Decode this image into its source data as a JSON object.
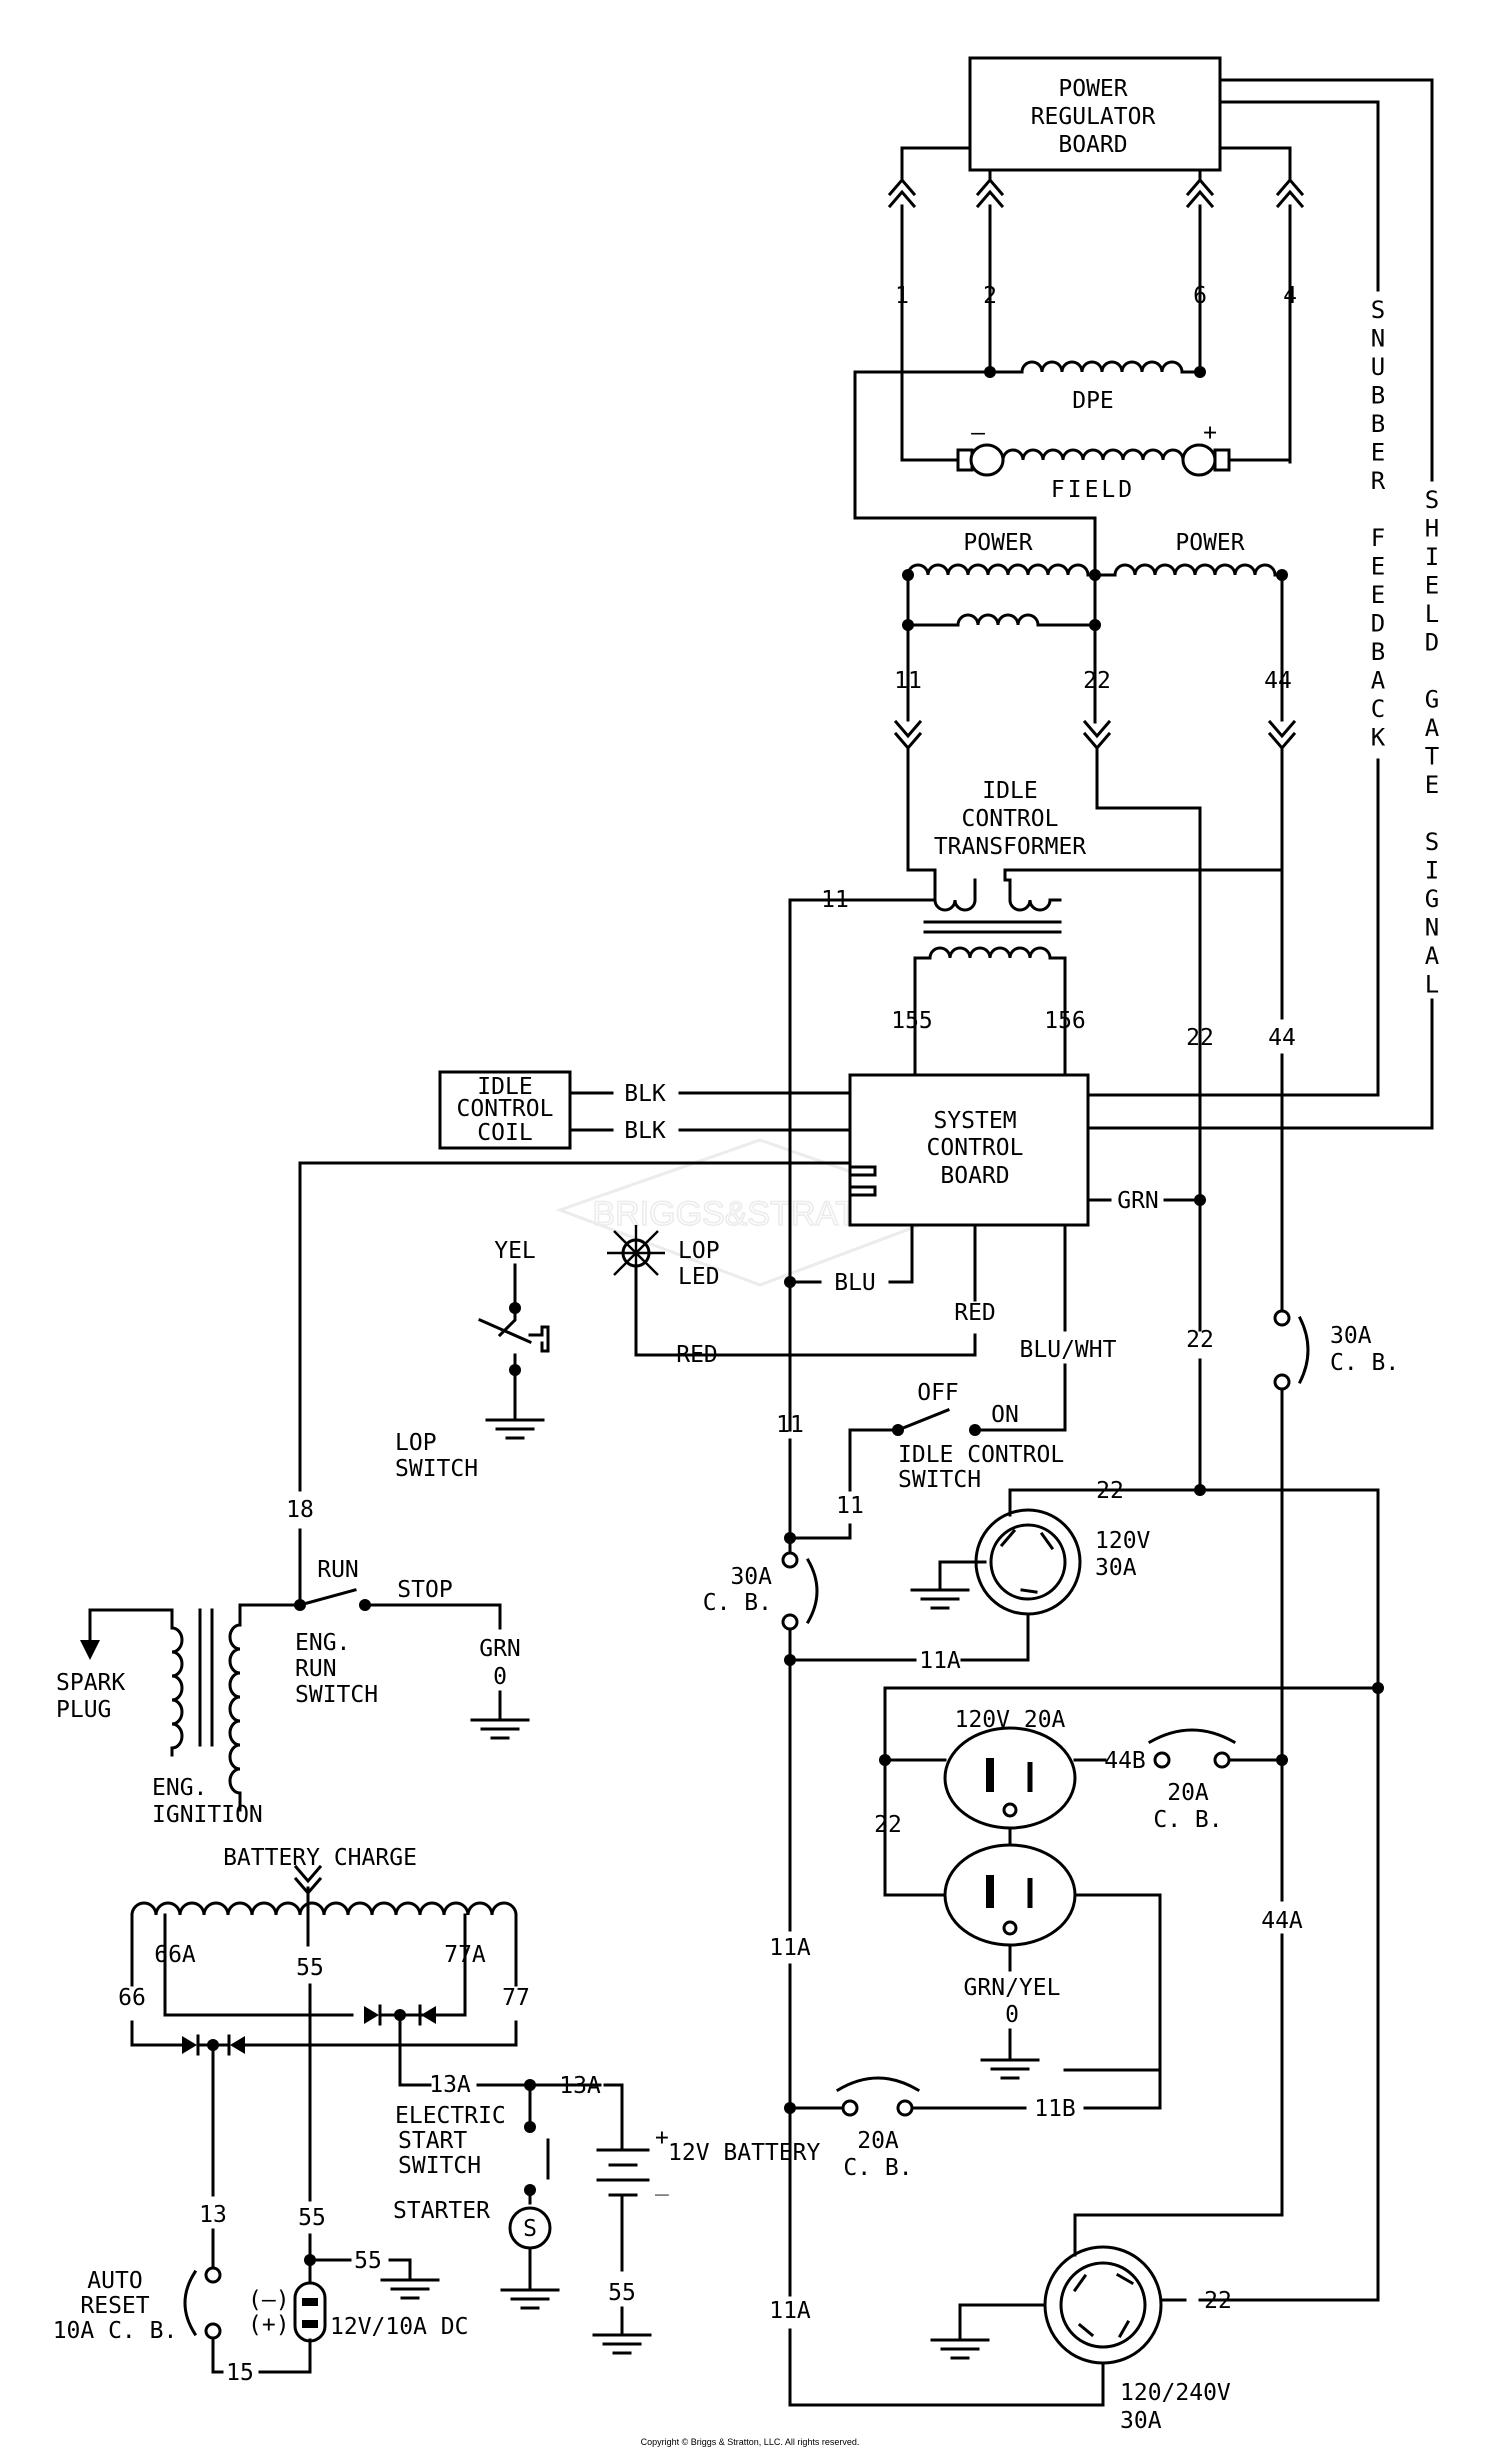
{
  "components": {
    "power_regulator": [
      "POWER",
      "REGULATOR",
      "BOARD"
    ],
    "dpe": "DPE",
    "field": "FIELD",
    "field_minus": "–",
    "field_plus": "+",
    "power_left": "POWER",
    "power_right": "POWER",
    "idle_transformer": [
      "IDLE",
      "CONTROL",
      "TRANSFORMER"
    ],
    "idle_coil": [
      "IDLE",
      "CONTROL",
      "COIL"
    ],
    "system_board": [
      "SYSTEM",
      "CONTROL",
      "BOARD"
    ],
    "lop_led": [
      "LOP",
      "LED"
    ],
    "lop_switch": [
      "LOP",
      "SWITCH"
    ],
    "idle_switch": [
      "IDLE CONTROL",
      "SWITCH"
    ],
    "idle_switch_off": "OFF",
    "idle_switch_on": "ON",
    "eng_run_switch": [
      "ENG.",
      "RUN",
      "SWITCH"
    ],
    "run": "RUN",
    "stop": "STOP",
    "spark_plug": [
      "SPARK",
      "PLUG"
    ],
    "eng_ignition": [
      "ENG.",
      "IGNITION"
    ],
    "battery_charge": "BATTERY CHARGE",
    "electric_start": [
      "ELECTRIC",
      "START",
      "SWITCH"
    ],
    "starter": "STARTER",
    "starter_symbol": "S",
    "battery": "12V BATTERY",
    "battery_plus": "+",
    "battery_minus": "_",
    "auto_reset": [
      "AUTO",
      "RESET",
      "10A C. B."
    ],
    "dc_outlet": "12V/10A DC",
    "dc_minus": "(–)",
    "dc_plus": "(+)",
    "cb_30a_left": [
      "30A",
      "C. B."
    ],
    "cb_30a_right": [
      "30A",
      "C. B."
    ],
    "cb_20a_upper": [
      "20A",
      "C. B."
    ],
    "cb_20a_lower": [
      "20A",
      "C. B."
    ],
    "outlet_120v_30a": [
      "120V",
      "30A"
    ],
    "outlet_120v_20a": "120V 20A",
    "outlet_120_240": [
      "120/240V",
      "30A"
    ],
    "grn_yel": "GRN/YEL",
    "grn_yel_0": "0",
    "grn_run": "GRN",
    "grn_run_0": "0",
    "snubber": [
      "S",
      "N",
      "U",
      "B",
      "B",
      "E",
      "R",
      "",
      "F",
      "E",
      "E",
      "D",
      "B",
      "A",
      "C",
      "K"
    ],
    "shield": [
      "S",
      "H",
      "I",
      "E",
      "L",
      "D",
      "",
      "G",
      "A",
      "T",
      "E",
      "",
      "S",
      "I",
      "G",
      "N",
      "A",
      "L"
    ],
    "watermark": "BRIGGS&STRATTON"
  },
  "wires": {
    "w1": "1",
    "w2": "2",
    "w6": "6",
    "w4": "4",
    "w11_top": "11",
    "w22_top": "22",
    "w44_top": "44",
    "w11_tr": "11",
    "w155": "155",
    "w156": "156",
    "w22_mid": "22",
    "w44_mid": "44",
    "blk1": "BLK",
    "blk2": "BLK",
    "grn": "GRN",
    "yel": "YEL",
    "blu": "BLU",
    "red1": "RED",
    "red2": "RED",
    "blu_wht": "BLU/WHT",
    "w22_low": "22",
    "w11_low": "11",
    "w11_sw": "11",
    "w22_bus": "22",
    "w22_outlet": "22",
    "w11a_1": "11A",
    "w11a_2": "11A",
    "w11a_3": "11A",
    "w44b": "44B",
    "w44a": "44A",
    "w11b": "11B",
    "w22_ac": "22",
    "w18": "18",
    "w66a": "66A",
    "w55": "55",
    "w77a": "77A",
    "w66": "66",
    "w77": "77",
    "w13a_1": "13A",
    "w13a_2": "13A",
    "w13": "13",
    "w55_2": "55",
    "w55_gnd": "55",
    "w55_bat": "55",
    "w15": "15"
  },
  "copyright": "Copyright © Briggs & Stratton, LLC. All rights reserved."
}
